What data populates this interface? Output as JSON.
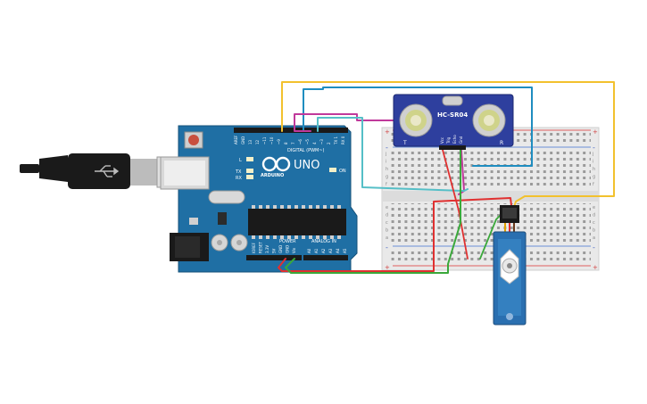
{
  "board": {
    "brand": "UNO",
    "maker": "ARDUINO",
    "digital_label": "DIGITAL (PWM~)",
    "power_label": "POWER",
    "analog_label": "ANALOG IN",
    "on_label": "ON",
    "led_l": "L",
    "led_tx": "TX",
    "led_rx": "RX",
    "digital_pins": [
      "AREF",
      "GND",
      "13",
      "12",
      "~11",
      "~10",
      "~9",
      "8",
      "7",
      "~6",
      "~5",
      "4",
      "~3",
      "2",
      "TX 1",
      "RX 0"
    ],
    "power_pins": [
      "IOREF",
      "RESET",
      "3.3V",
      "5V",
      "GND",
      "GND",
      "Vin"
    ],
    "analog_pins": [
      "A0",
      "A1",
      "A2",
      "A3",
      "A4",
      "A5"
    ]
  },
  "sensor": {
    "model": "HC-SR04",
    "left_mark": "T",
    "right_mark": "R",
    "pins": [
      "Vcc",
      "Trig",
      "Echo",
      "Gnd"
    ]
  },
  "breadboard": {
    "rows_top": [
      "j",
      "i",
      "h",
      "g",
      "f"
    ],
    "rows_bottom": [
      "e",
      "d",
      "c",
      "b",
      "a"
    ],
    "plus": "+",
    "minus": "-"
  },
  "colors": {
    "board": "#1f6fa4",
    "wire_yellow": "#f2c12e",
    "wire_blue": "#1f8dc0",
    "wire_pink": "#c0399b",
    "wire_teal": "#55bfc7",
    "wire_red": "#e03030",
    "wire_green": "#3aa83a",
    "servo": "#2a6fb0",
    "sensor": "#2e3f9e"
  }
}
